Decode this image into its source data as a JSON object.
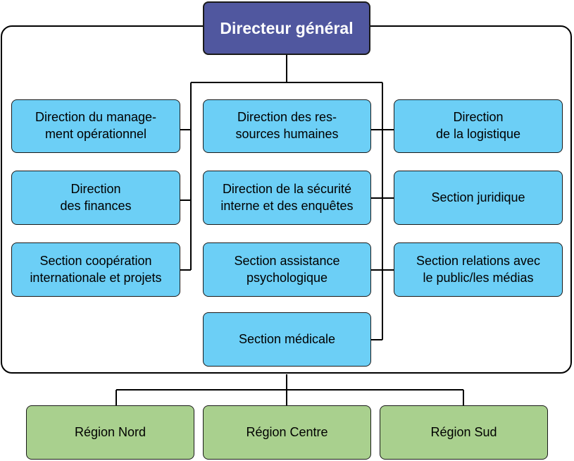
{
  "director": {
    "label": "Directeur général"
  },
  "left_column": [
    {
      "label": "Direction du manage-\nment opérationnel"
    },
    {
      "label": "Direction\ndes finances"
    },
    {
      "label": "Section coopération\ninternationale et projets"
    }
  ],
  "middle_column": [
    {
      "label": "Direction des res-\nsources humaines"
    },
    {
      "label": "Direction de la sécurité\ninterne et des enquêtes"
    },
    {
      "label": "Section assistance\npsychologique"
    },
    {
      "label": "Section médicale"
    }
  ],
  "right_column": [
    {
      "label": "Direction\nde la logistique"
    },
    {
      "label": "Section juridique"
    },
    {
      "label": "Section relations avec\nle public/les médias"
    }
  ],
  "regions": [
    {
      "label": "Région Nord"
    },
    {
      "label": "Région Centre"
    },
    {
      "label": "Région Sud"
    }
  ],
  "colors": {
    "director_fill": "#50579f",
    "department_fill": "#6ccff6",
    "region_fill": "#a9d08e"
  }
}
